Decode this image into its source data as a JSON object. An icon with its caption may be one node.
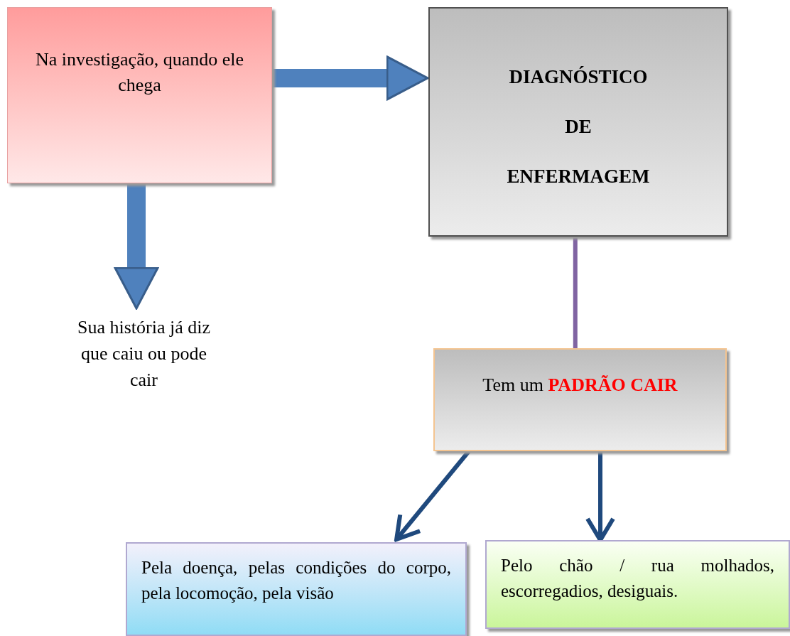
{
  "diagram": {
    "nodes": [
      {
        "text": [
          "Na investigação, quando ele chega"
        ]
      },
      {
        "text": [
          "DIAGNÓSTICO",
          "DE",
          "ENFERMAGEM"
        ]
      },
      {
        "text": [
          "Sua história já diz que caiu ou pode cair"
        ]
      },
      {
        "text": [
          "Tem um **PADRÃO CAIR**"
        ]
      },
      {
        "text": [
          "Pela doença, pelas condições do corpo, pela locomoção, pela visão"
        ]
      },
      {
        "text": [
          "Pelo chão / rua molhados, escorregadios, desiguais."
        ]
      }
    ],
    "edges": [
      {
        "from": 0,
        "to": 1,
        "arrow": "to",
        "style": "thick",
        "color": "#4f81bd"
      },
      {
        "from": 0,
        "to": 2,
        "arrow": "to",
        "style": "thick",
        "color": "#4f81bd"
      },
      {
        "from": 1,
        "to": 3,
        "arrow": "none",
        "color": "#8064a2"
      },
      {
        "from": 3,
        "to": 4,
        "arrow": "to"
      },
      {
        "from": 3,
        "to": 5,
        "arrow": "to"
      }
    ]
  }
}
